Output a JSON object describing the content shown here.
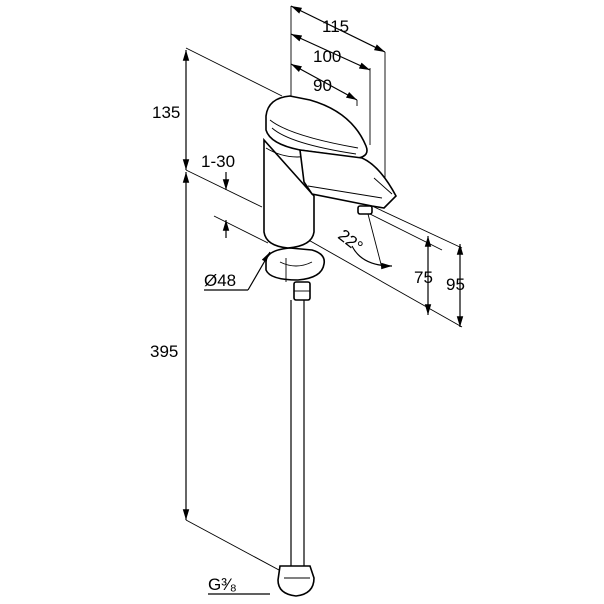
{
  "dimensions": {
    "width_total": "115",
    "width_mid": "100",
    "width_inner": "90",
    "spout_height": "135",
    "deck_thickness": "1-30",
    "total_height": "395",
    "base_diameter": "Ø48",
    "swivel_angle": "22°",
    "clearance_low": "75",
    "clearance_high": "95",
    "connection_thread": "G³⁄₈"
  },
  "colors": {
    "line": "#000000",
    "background": "#ffffff"
  }
}
